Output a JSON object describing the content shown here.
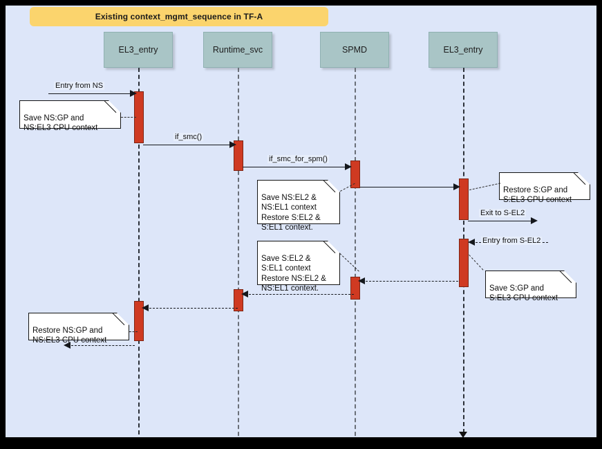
{
  "diagram": {
    "type": "uml-sequence-diagram",
    "title": "Existing context_mgmt_sequence in TF-A",
    "colors": {
      "canvas_background": "#dde6f9",
      "outer_border": "#000000",
      "title_banner": "#fbd46d",
      "lifeline_head": "#a9c5c6",
      "activation_bar": "#cf3a22",
      "note_background": "#ffffff",
      "line": "#15181d"
    },
    "lifelines": [
      {
        "id": "el3_entry_left",
        "label": "EL3_entry"
      },
      {
        "id": "runtime_svc",
        "label": "Runtime_svc"
      },
      {
        "id": "spmd",
        "label": "SPMD"
      },
      {
        "id": "el3_entry_right",
        "label": "EL3_entry"
      }
    ],
    "messages": [
      {
        "id": "m1",
        "label": "Entry from NS",
        "from": "external-left",
        "to": "el3_entry_left",
        "style": "solid",
        "direction": "right"
      },
      {
        "id": "m2",
        "label": "if_smc()",
        "from": "el3_entry_left",
        "to": "runtime_svc",
        "style": "solid",
        "direction": "right"
      },
      {
        "id": "m3",
        "label": "if_smc_for_spm()",
        "from": "runtime_svc",
        "to": "spmd",
        "style": "solid",
        "direction": "right"
      },
      {
        "id": "m4",
        "label": "",
        "from": "spmd",
        "to": "el3_entry_right",
        "style": "solid",
        "direction": "right"
      },
      {
        "id": "m5",
        "label": "Exit to S-EL2",
        "from": "el3_entry_right",
        "to": "external-right",
        "style": "solid",
        "direction": "right"
      },
      {
        "id": "m6",
        "label": "Entry from S-EL2",
        "from": "external-right",
        "to": "el3_entry_right",
        "style": "dashed",
        "direction": "left"
      },
      {
        "id": "m7",
        "label": "",
        "from": "el3_entry_right",
        "to": "spmd",
        "style": "dashed",
        "direction": "left"
      },
      {
        "id": "m8",
        "label": "",
        "from": "spmd",
        "to": "runtime_svc",
        "style": "dashed",
        "direction": "left"
      },
      {
        "id": "m9",
        "label": "",
        "from": "runtime_svc",
        "to": "el3_entry_left",
        "style": "dashed",
        "direction": "left"
      },
      {
        "id": "m10",
        "label": "",
        "from": "el3_entry_left",
        "to": "external-left",
        "style": "dashed",
        "direction": "left"
      }
    ],
    "notes": [
      {
        "id": "note1",
        "text": "Save NS:GP and\nNS:EL3 CPU context",
        "attached_to": "el3_entry_left"
      },
      {
        "id": "note2",
        "text": "Save NS:EL2 &\nNS:EL1 context\nRestore S:EL2 &\nS:EL1 context.",
        "attached_to": "spmd"
      },
      {
        "id": "note3",
        "text": "Restore S:GP and\nS:EL3 CPU context",
        "attached_to": "el3_entry_right"
      },
      {
        "id": "note4",
        "text": "Save S:GP and\nS:EL3 CPU context",
        "attached_to": "el3_entry_right"
      },
      {
        "id": "note5",
        "text": "Save S:EL2 &\nS:EL1 context\nRestore NS:EL2 &\nNS:EL1 context.",
        "attached_to": "spmd"
      },
      {
        "id": "note6",
        "text": "Restore NS:GP and\nNS:EL3 CPU context",
        "attached_to": "el3_entry_left"
      }
    ]
  }
}
